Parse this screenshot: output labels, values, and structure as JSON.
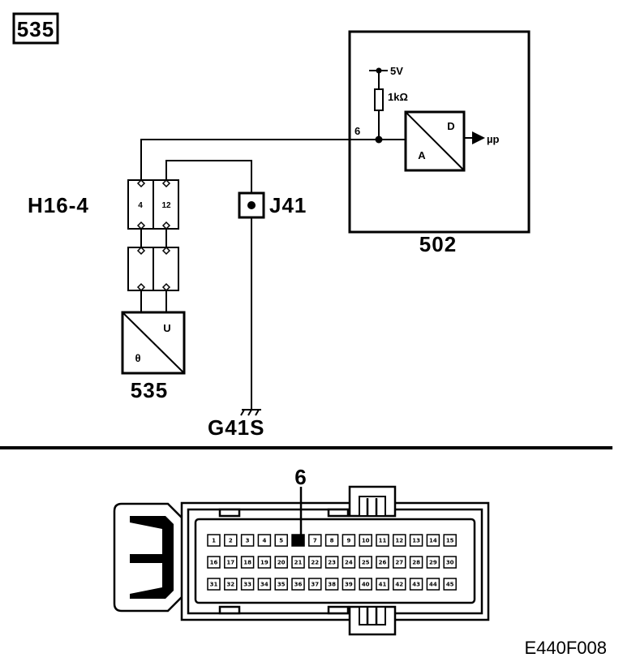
{
  "diagram": {
    "ref_box": "535",
    "ecu_label": "502",
    "ecu_pin": "6",
    "supply_voltage": "5V",
    "pullup_resistor": "1kΩ",
    "adc_digital": "D",
    "adc_analog": "A",
    "adc_output": "µp",
    "connector_label": "H16-4",
    "connector_pin_a": "4",
    "connector_pin_b": "12",
    "splice_label": "J41",
    "ground_label": "G41S",
    "sensor_label": "535",
    "sensor_out": "U",
    "sensor_in": "θ"
  },
  "connector_view": {
    "callout_pin": "6",
    "figure_code": "E440F008",
    "rows": [
      [
        "1",
        "2",
        "3",
        "4",
        "5",
        "6",
        "7",
        "8",
        "9",
        "10",
        "11",
        "12",
        "13",
        "14",
        "15"
      ],
      [
        "16",
        "17",
        "18",
        "19",
        "20",
        "21",
        "22",
        "23",
        "24",
        "25",
        "26",
        "27",
        "28",
        "29",
        "30"
      ],
      [
        "31",
        "32",
        "33",
        "34",
        "35",
        "36",
        "37",
        "38",
        "39",
        "40",
        "41",
        "42",
        "43",
        "44",
        "45"
      ]
    ]
  }
}
